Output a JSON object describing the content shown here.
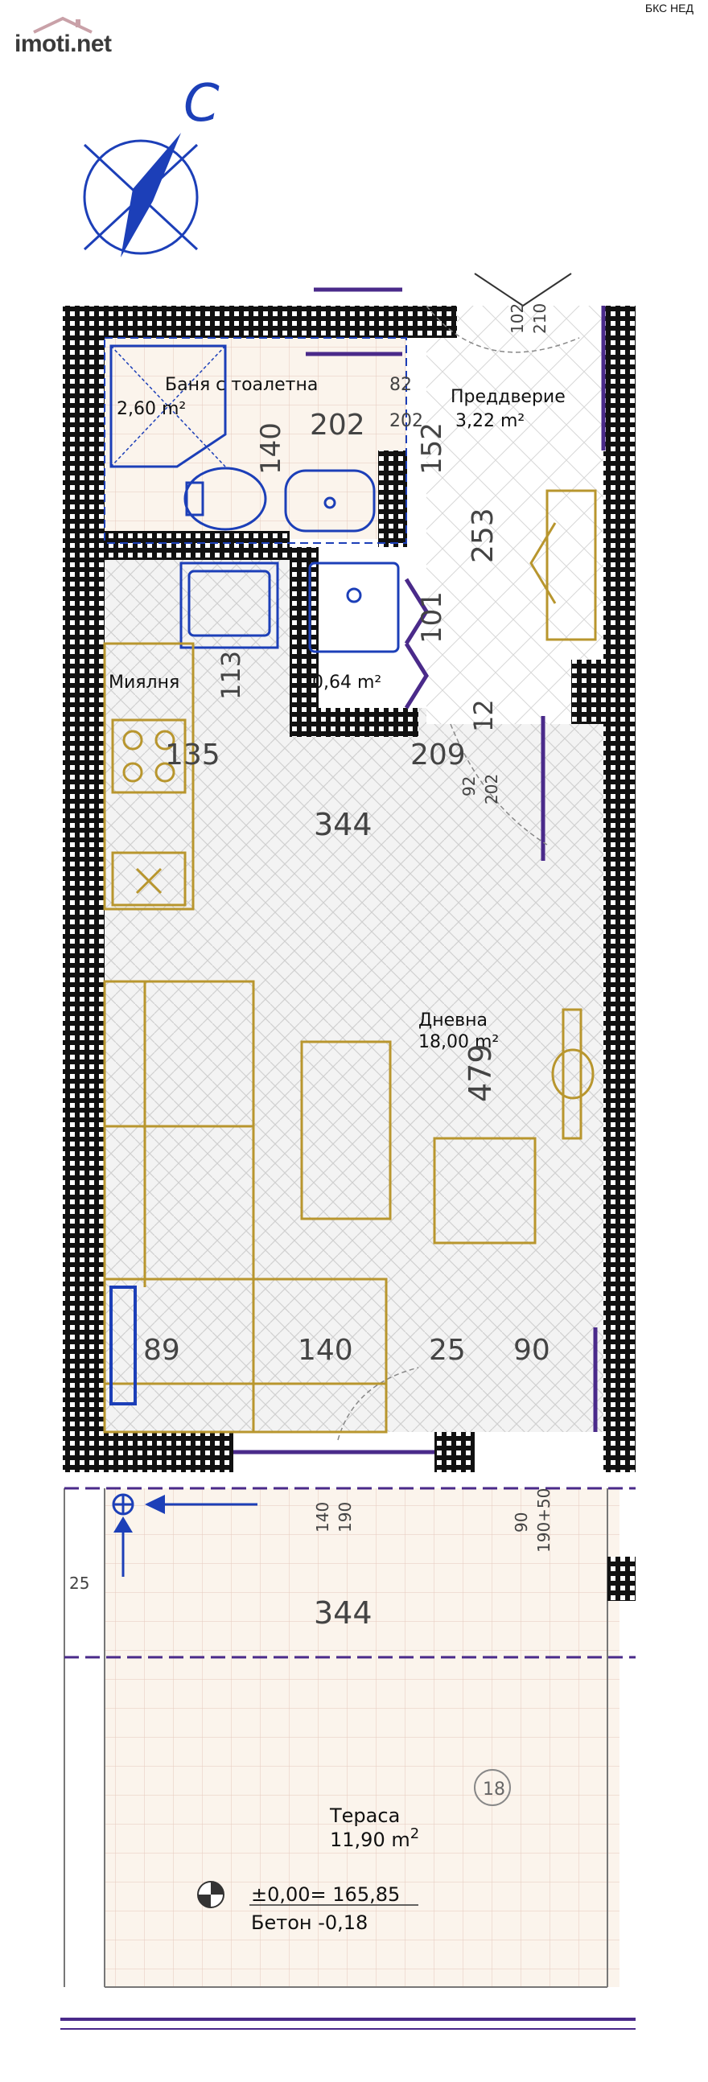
{
  "header": {
    "logo_text": "imoti",
    "logo_tld": ".net",
    "corner_label": "БКС НЕД"
  },
  "compass": {
    "north_label": "С"
  },
  "rooms": {
    "bathroom_name": "Баня с тоалетна",
    "bathroom_area": "2,60 m²",
    "hall_name": "Преддверие",
    "hall_area": "3,22 m²",
    "storage_area": "0,64 m²",
    "sink_name": "Миялня",
    "living_name": "Дневна",
    "living_area": "18,00 m²",
    "terrace_name": "Тераса",
    "terrace_area": "11,90 m",
    "terrace_area_sup": "2",
    "terrace_number": "18",
    "level_text": "±0,00= 165,85",
    "concrete_text": "Бетон -0,18"
  },
  "dimensions": {
    "d102": "102",
    "d210_top": "210",
    "d82": "82",
    "d202_small": "202",
    "d202_bath": "202",
    "d140_bath": "140",
    "d152": "152",
    "d253": "253",
    "d101": "101",
    "d113": "113",
    "d12": "12",
    "d135": "135",
    "d209": "209",
    "d92": "92",
    "d202_door": "202",
    "d344_top": "344",
    "d479": "479",
    "d89": "89",
    "d140_bottom": "140",
    "d25_bottom": "25",
    "d90_bottom": "90",
    "d140_door": "140",
    "d190_door": "190",
    "d90_door": "90",
    "d190_50": "190+50",
    "d25_side": "25",
    "d344_terrace": "344"
  },
  "colors": {
    "wall": "#111111",
    "accent_purple": "#4a2a8a",
    "furniture": "#b8962e",
    "blue": "#1c3fb8",
    "dim_text": "#444444"
  }
}
